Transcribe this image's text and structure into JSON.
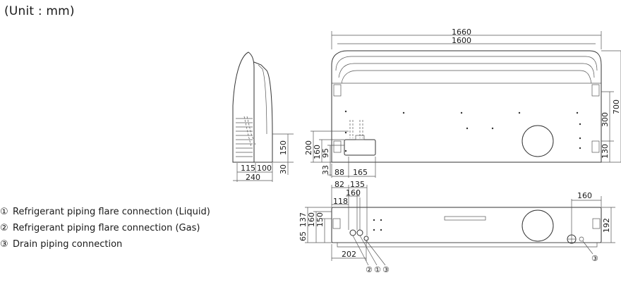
{
  "unit_label": "(Unit : mm)",
  "legend": [
    {
      "num": "①",
      "text": "Refrigerant piping flare connection (Liquid)"
    },
    {
      "num": "②",
      "text": "Refrigerant piping flare connection (Gas)"
    },
    {
      "num": "③",
      "text": "Drain piping connection"
    }
  ],
  "dimensions": {
    "side": {
      "d115": "115",
      "d100": "100",
      "d240": "240",
      "d30": "30",
      "d150": "150"
    },
    "front": {
      "d1660": "1660",
      "d1600": "1600",
      "d700": "700",
      "d300": "300",
      "d130": "130",
      "d200": "200",
      "d160": "160",
      "d95": "95",
      "d33": "33",
      "d88": "88",
      "d165": "165"
    },
    "bottom": {
      "d82": "82",
      "d135": "135",
      "d160a": "160",
      "d118": "118",
      "d160b": "160",
      "d150": "150",
      "d137": "137",
      "d65": "65",
      "d202": "202",
      "d192": "192",
      "d160c": "160"
    },
    "markers": {
      "m2": "②",
      "m1": "①",
      "m3": "③",
      "m3b": "③"
    }
  }
}
